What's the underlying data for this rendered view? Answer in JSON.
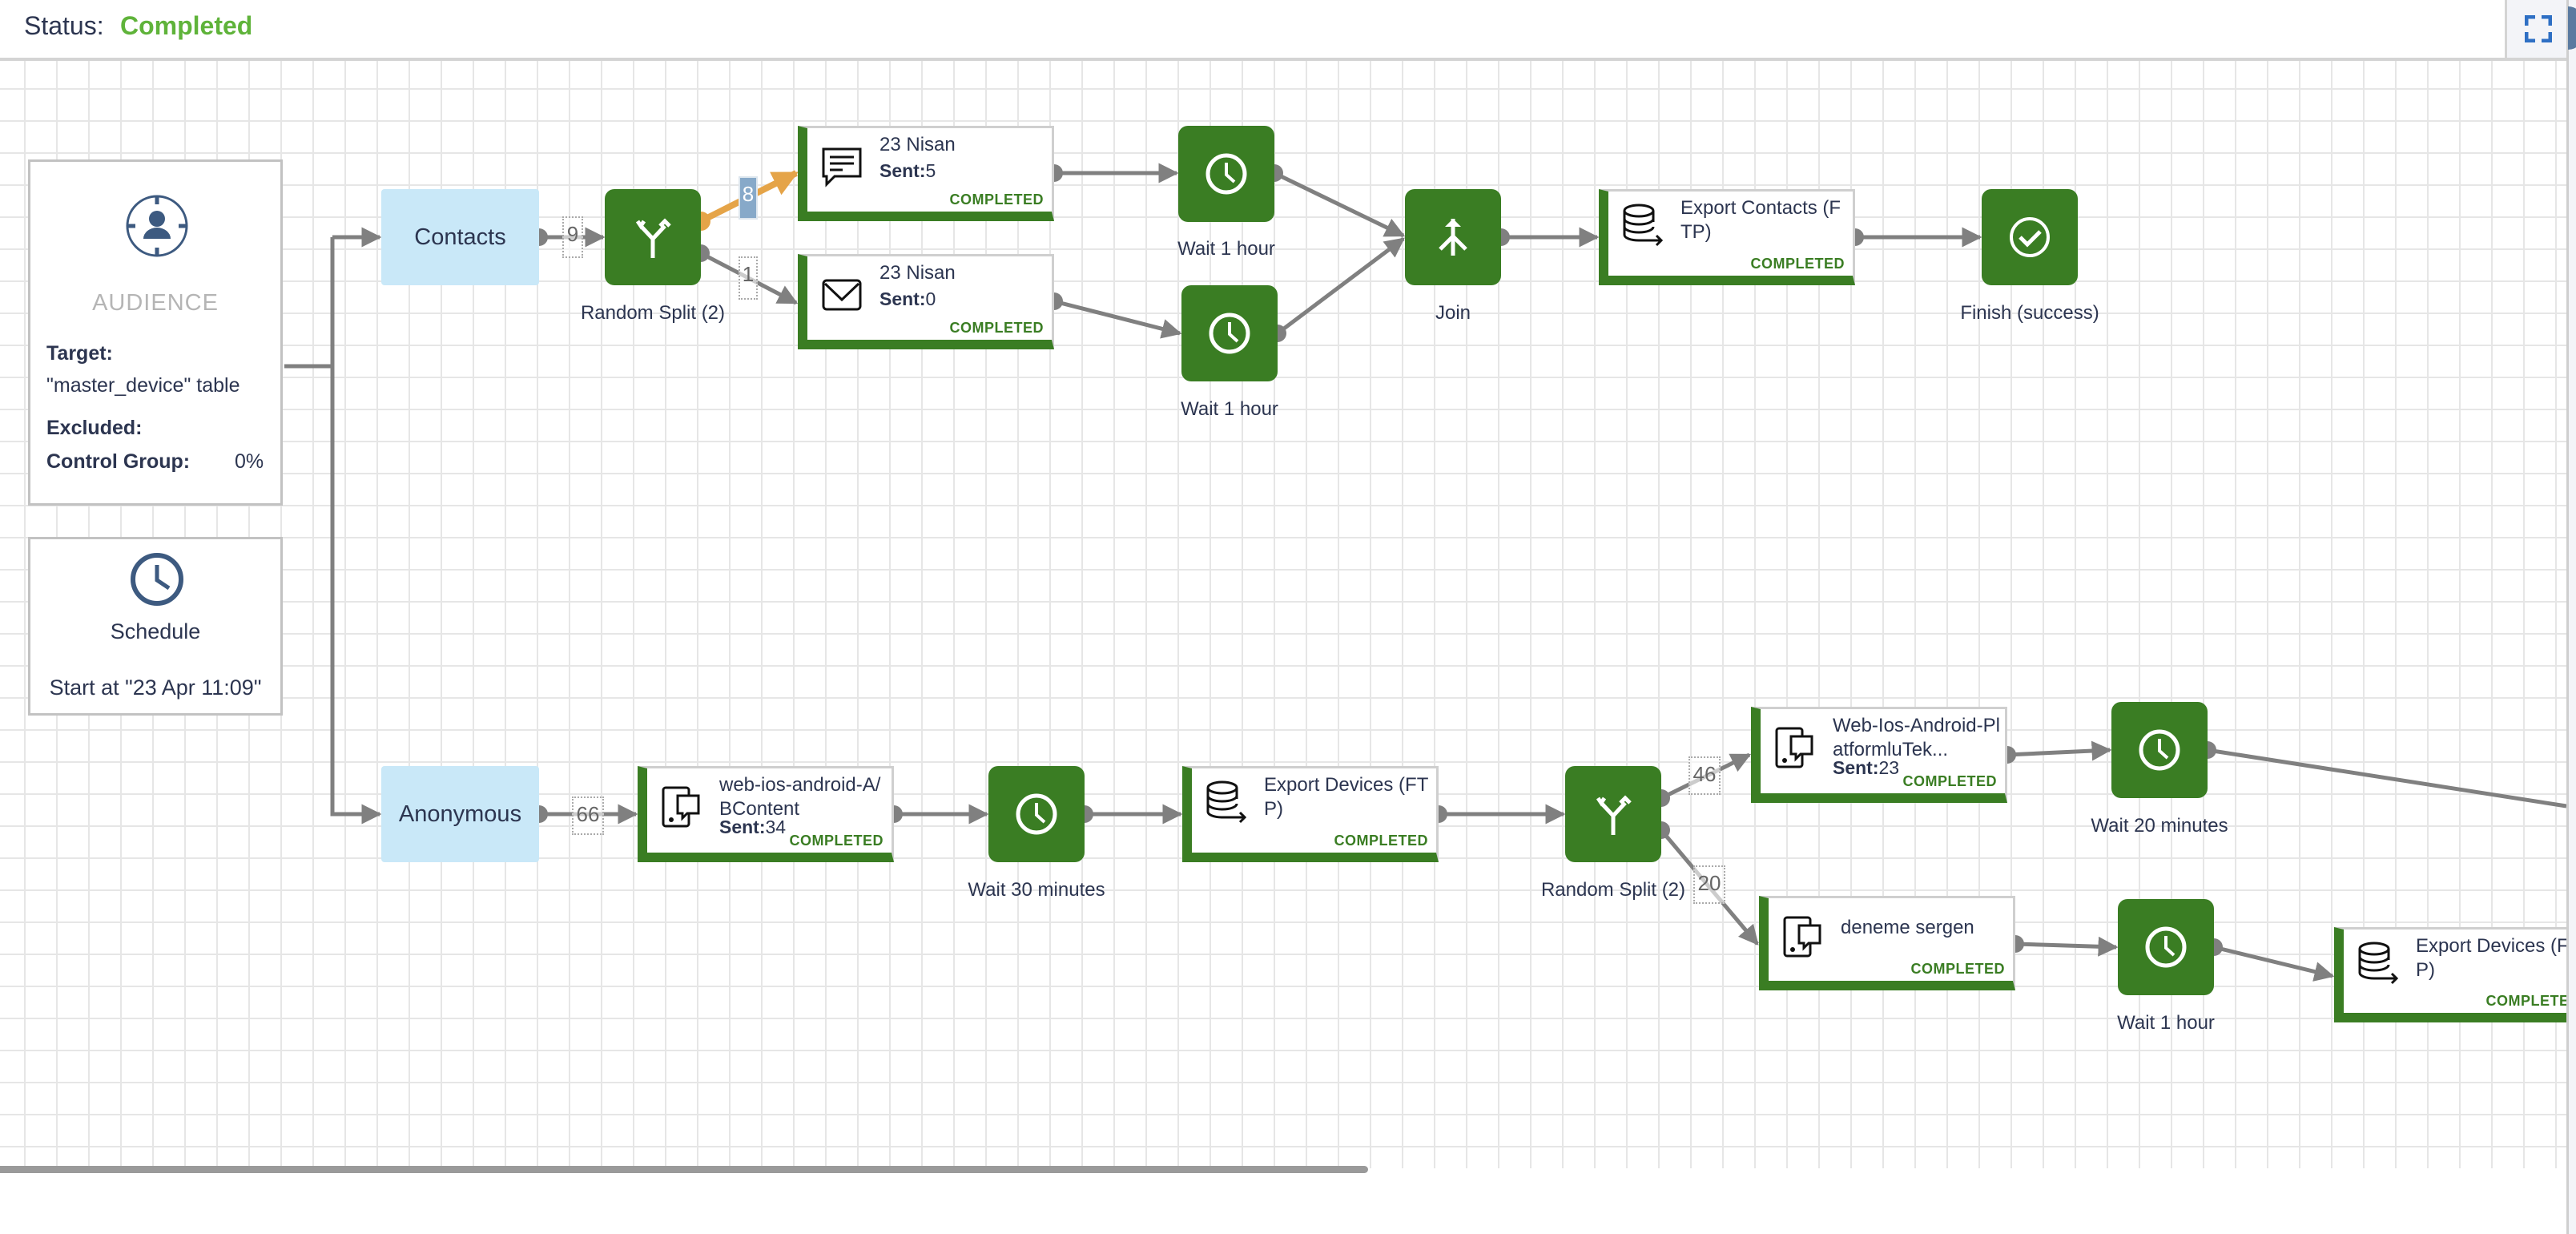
{
  "header": {
    "status_label": "Status:",
    "status_value": "Completed",
    "fullscreen_icon": "fullscreen-icon"
  },
  "colors": {
    "node_green": "#3a7d23",
    "status_green": "#5fb33a",
    "entry_blue": "#c9e8f8",
    "edge_gray": "#808080",
    "edge_highlight": "#e5a448",
    "text_dark": "#2c3550"
  },
  "audience": {
    "icon": "audience-target-icon",
    "title": "AUDIENCE",
    "target_label": "Target:",
    "target_value": "\"master_device\" table",
    "excluded_label": "Excluded:",
    "excluded_value": "",
    "control_group_label": "Control Group:",
    "control_group_value": "0%"
  },
  "schedule": {
    "icon": "clock-icon",
    "title": "Schedule",
    "start": "Start at \"23 Apr 11:09\""
  },
  "flow": {
    "contacts": {
      "entry": "Contacts",
      "entry_count": "9",
      "split": {
        "label": "Random Split (2)",
        "icon": "random-split-icon"
      },
      "branch_top_count": "8",
      "branch_bottom_count": "1",
      "msg_top": {
        "title": "23 Nisan",
        "sent_label": "Sent:",
        "sent_value": "5",
        "status": "COMPLETED",
        "icon": "sms-icon"
      },
      "msg_bottom": {
        "title": "23 Nisan",
        "sent_label": "Sent:",
        "sent_value": "0",
        "status": "COMPLETED",
        "icon": "email-icon"
      },
      "wait_top": {
        "label": "Wait 1 hour",
        "icon": "clock-icon"
      },
      "wait_bottom": {
        "label": "Wait 1 hour",
        "icon": "clock-icon"
      },
      "join": {
        "label": "Join",
        "icon": "join-icon"
      },
      "export": {
        "title": "Export Contacts (FTP)",
        "status": "COMPLETED",
        "icon": "database-export-icon"
      },
      "finish": {
        "label": "Finish (success)",
        "icon": "check-circle-icon"
      }
    },
    "anonymous": {
      "entry": "Anonymous",
      "entry_count": "66",
      "msg": {
        "title": "web-ios-android-A/BContent",
        "sent_label": "Sent:",
        "sent_value": "34",
        "status": "COMPLETED",
        "icon": "mobile-push-icon"
      },
      "wait30": {
        "label": "Wait 30 minutes",
        "icon": "clock-icon"
      },
      "export": {
        "title": "Export Devices (FTP)",
        "status": "COMPLETED",
        "icon": "database-export-icon"
      },
      "split": {
        "label": "Random Split (2)",
        "icon": "random-split-icon"
      },
      "branch_top_count": "46",
      "branch_bottom_count": "20",
      "msg_top": {
        "title": "Web-Ios-Android-PlatformluTek...",
        "sent_label": "Sent:",
        "sent_value": "23",
        "status": "COMPLETED",
        "icon": "mobile-push-icon"
      },
      "msg_bottom": {
        "title": "deneme sergen",
        "status": "COMPLETED",
        "icon": "mobile-push-icon"
      },
      "wait20": {
        "label": "Wait 20 minutes",
        "icon": "clock-icon"
      },
      "wait1h": {
        "label": "Wait 1 hour",
        "icon": "clock-icon"
      },
      "export2": {
        "title": "Export Devices (FTP)",
        "status": "COMPLETED",
        "icon": "database-export-icon"
      }
    }
  }
}
